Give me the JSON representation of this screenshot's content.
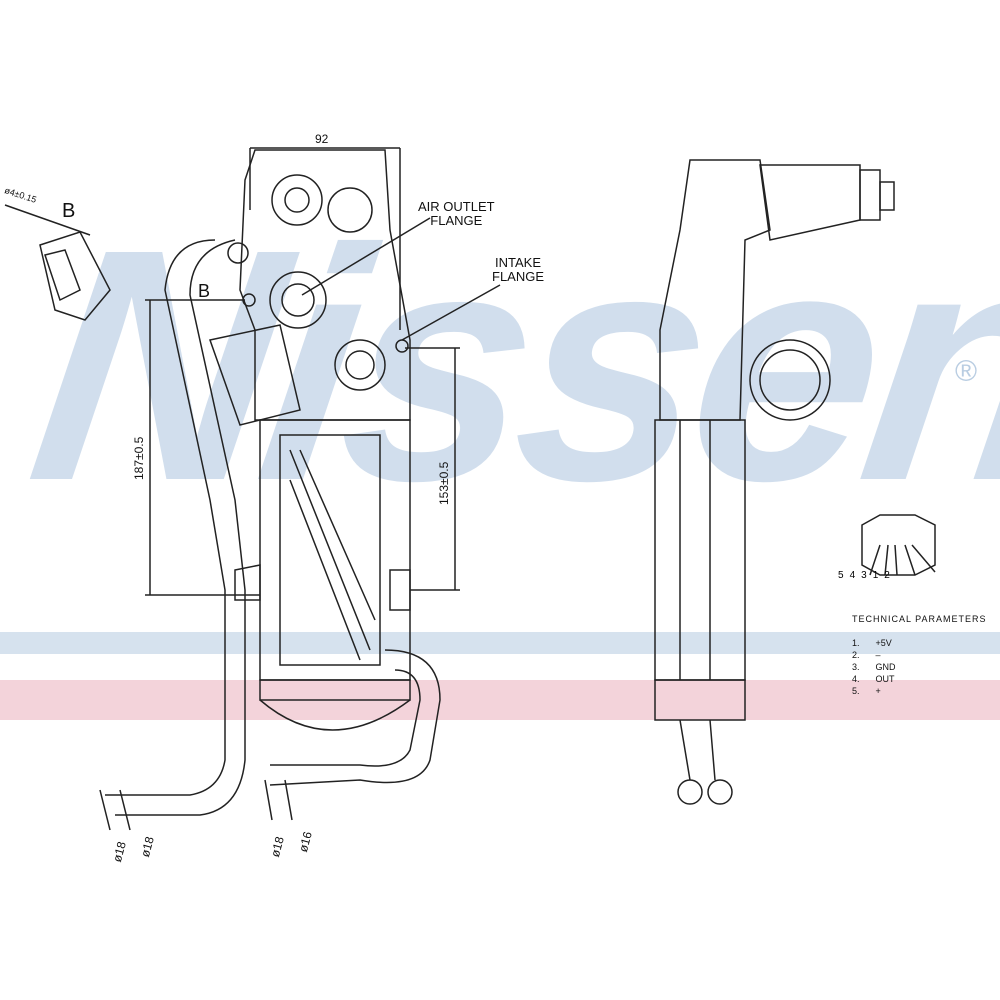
{
  "watermark": {
    "brand": "Nissens",
    "registered": "®"
  },
  "colors": {
    "stripe_blue": "#d6e2ee",
    "stripe_pink": "#f3d3da",
    "watermark": "#c9d9ea"
  },
  "labels": {
    "air_outlet": "AIR OUTLET\nFLANGE",
    "intake": "INTAKE\nFLANGE",
    "detail_b": "B",
    "detail_b_callout": "B",
    "hole": "ø4±0.15"
  },
  "dimensions": {
    "width_top": "92",
    "height_left": "187±0.5",
    "height_right": "153±0.5",
    "pipe1_a": "ø18",
    "pipe1_b": "ø18",
    "pipe2_a": "ø18",
    "pipe2_b": "ø16"
  },
  "connector": {
    "pins": [
      "5",
      "4",
      "3",
      "1",
      "2"
    ]
  },
  "technical": {
    "title": "TECHNICAL PARAMETERS",
    "rows": [
      {
        "pin": "1.",
        "value": "+5V"
      },
      {
        "pin": "2.",
        "value": "–"
      },
      {
        "pin": "3.",
        "value": "GND"
      },
      {
        "pin": "4.",
        "value": "OUT"
      },
      {
        "pin": "5.",
        "value": "+"
      }
    ]
  }
}
